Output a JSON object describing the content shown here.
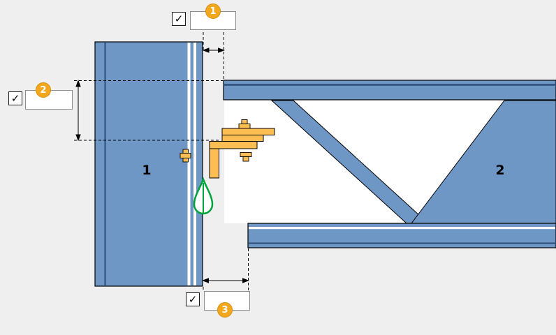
{
  "app": {
    "name": "joint-parameters-diagram"
  },
  "colors": {
    "bg": "#efefef",
    "steel": "#6f97c6",
    "steel-dark": "#2e4d77",
    "plate": "#fcbe53",
    "badge": "#f2a71d",
    "badge-edge": "#d98e0b",
    "weld": "#00a33c",
    "line": "#000000",
    "field-border": "#8c8c8c",
    "checkbox-border": "#1a1a1a"
  },
  "parts": {
    "column_label": "1",
    "beam_label": "2"
  },
  "icons": {
    "checkmark": "✓"
  },
  "controls": {
    "c1": {
      "badge": "1",
      "value": "",
      "checked": true
    },
    "c2": {
      "badge": "2",
      "value": "",
      "checked": true
    },
    "c3": {
      "badge": "3",
      "value": "",
      "checked": true
    }
  }
}
